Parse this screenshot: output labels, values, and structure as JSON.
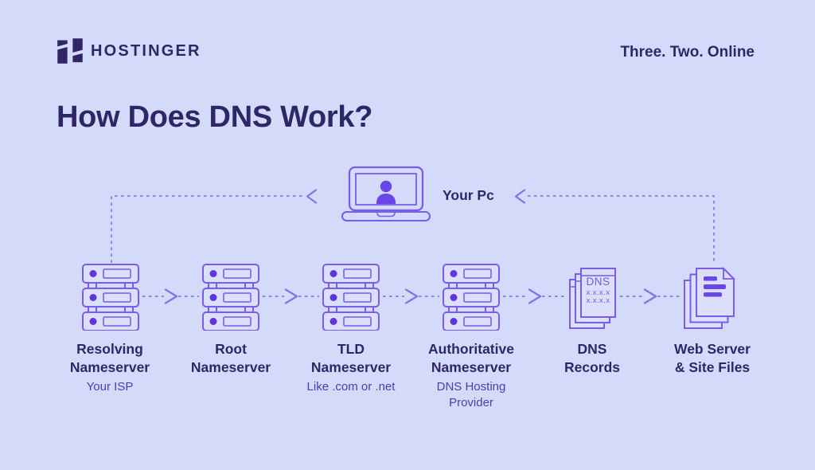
{
  "colors": {
    "bg": "#D4DBFA",
    "bar-fill": "#DBDFFB",
    "outline": "#7B5CE8",
    "accent": "#6847E4",
    "dot": "#5E34DD",
    "dash": "#9183EA",
    "chevron": "#8372E6",
    "heading": "#2F2667",
    "sub": "#4A3EAC",
    "dns-text": "#7557E6"
  },
  "header": {
    "brand": "HOSTINGER",
    "tagline": "Three. Two. Online"
  },
  "title": "How Does DNS Work?",
  "pc": {
    "label": "Your Pc"
  },
  "nodes": [
    {
      "title": [
        "Resolving",
        "Nameserver"
      ],
      "subtitle": [
        "Your ISP"
      ]
    },
    {
      "title": [
        "Root",
        "Nameserver"
      ],
      "subtitle": []
    },
    {
      "title": [
        "TLD",
        "Nameserver"
      ],
      "subtitle": [
        "Like .com or .net"
      ]
    },
    {
      "title": [
        "Authoritative",
        "Nameserver"
      ],
      "subtitle": [
        "DNS Hosting",
        "Provider"
      ]
    },
    {
      "title": [
        "DNS",
        "Records"
      ],
      "subtitle": []
    },
    {
      "title": [
        "Web Server",
        "& Site Files"
      ],
      "subtitle": []
    }
  ],
  "dns_card": {
    "heading": "DNS",
    "records": [
      "x.x.x.x",
      "x.x.x.x"
    ]
  }
}
